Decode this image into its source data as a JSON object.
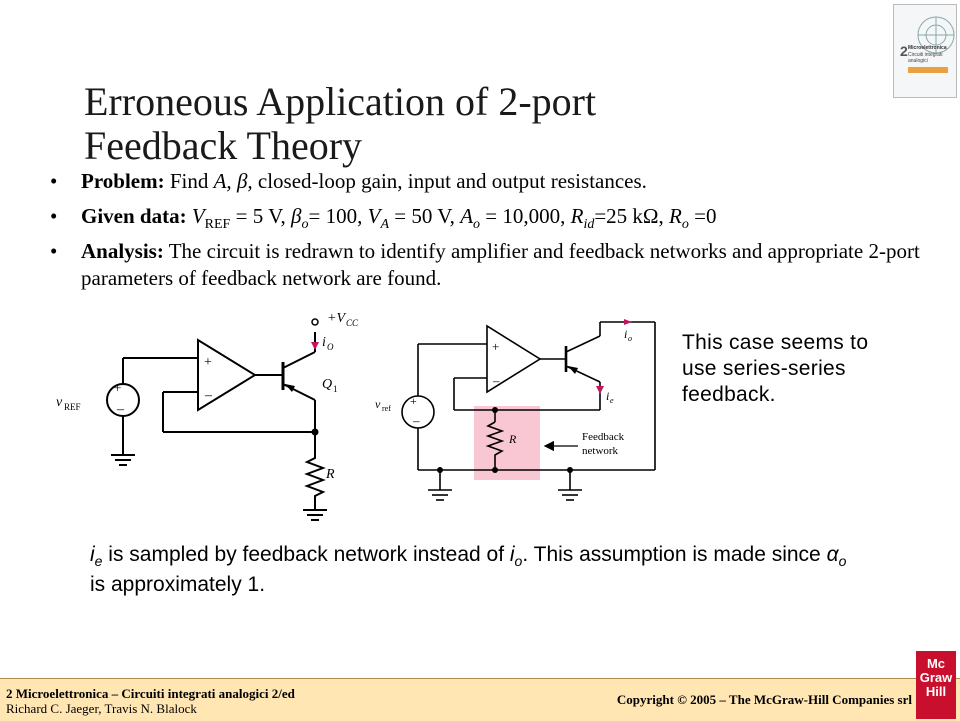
{
  "title": "Erroneous Application of 2-port Feedback Theory",
  "bullets": {
    "problem": {
      "lead": "Problem:",
      "t1": " Find ",
      "a": "A, ",
      "beta": "β,",
      "t2": " closed-loop gain, input and output resistances."
    },
    "given": {
      "lead": "Given data:",
      "v": " V",
      "vsub": "REF",
      "v_val": " = 5 V, ",
      "beta": "β",
      "beta_sub": "o",
      "beta_val": "= 100, ",
      "va": "V",
      "va_sub": "A",
      "va_val": " = 50 V, ",
      "ao": "A",
      "ao_sub": "o",
      "ao_val": " = 10,000, ",
      "rid": "R",
      "rid_sub": "id",
      "rid_val": "=25 kΩ, ",
      "ro": "R",
      "ro_sub": "o",
      "ro_val": " =0"
    },
    "analysis": {
      "lead": "Analysis:",
      "text": " The circuit is redrawn to identify amplifier and feedback networks and appropriate 2-port parameters of feedback network are found."
    }
  },
  "circuit_left": {
    "vcc": "+V",
    "vcc_sub": "CC",
    "io": "i",
    "io_sub": "O",
    "q1": "Q",
    "q1_sub": "1",
    "vref": "v",
    "vref_sub": "REF",
    "r": "R",
    "plus": "+",
    "minus": "–"
  },
  "circuit_right": {
    "io": "i",
    "io_sub": "o",
    "ie": "i",
    "ie_sub": "e",
    "vref": "v",
    "vref_sub": "ref",
    "r": "R",
    "feedback_l1": "Feedback",
    "feedback_l2": "network",
    "plus": "+",
    "minus": "–"
  },
  "side_note": "This case seems to use series-series feedback.",
  "bottom_note": {
    "ie": "i",
    "ie_sub": "e",
    "t1": " is sampled by feedback network instead of ",
    "io": "i",
    "io_sub": "o",
    "t2": ". This assumption is made since ",
    "alpha": "α",
    "alpha_sub": "o",
    "t3": " is approximately 1."
  },
  "footer": {
    "line1": "2 Microelettronica – Circuiti integrati analogici 2/ed",
    "line2": "Richard C. Jaeger, Travis N. Blalock",
    "copyright": "Copyright © 2005 – The McGraw-Hill Companies srl",
    "logo_l1": "Mc",
    "logo_l2": "Graw",
    "logo_l3": "Hill"
  },
  "book_cover": {
    "number": "2",
    "title": "Microelettronica",
    "subtitle": "Circuiti integrati analogici"
  },
  "colors": {
    "arrow": "#c2185b",
    "feedback_box": "#f9c6d3",
    "footer_bg": "#ffe6b3",
    "logo_red": "#c8102e"
  }
}
